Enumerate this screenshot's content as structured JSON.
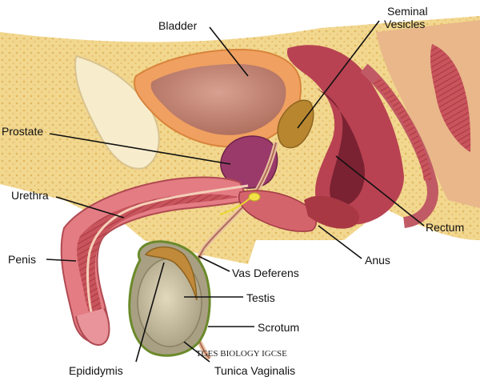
{
  "labels": {
    "bladder": "Bladder",
    "seminal_line1": "Seminal",
    "seminal_line2": "Vesicles",
    "prostate": "Prostate",
    "urethra": "Urethra",
    "rectum": "Rectum",
    "penis": "Penis",
    "vas_deferens": "Vas Deferens",
    "anus": "Anus",
    "testis": "Testis",
    "scrotum": "Scrotum",
    "epididymis": "Epididymis",
    "tunica_vaginalis": "Tunica Vaginalis"
  },
  "watermark": "TGES BIOLOGY IGCSE",
  "colors": {
    "fat": "#f2d78f",
    "fat_dots": "#e0b860",
    "muscle": "#c8545c",
    "muscle_dark": "#9c2f3a",
    "bladder_wall": "#f0a060",
    "bladder_inner": "#c98a78",
    "prostate": "#9a3a6a",
    "seminal": "#b8862f",
    "testis": "#cfc4a4",
    "scrotum_outline": "#6b8a2a",
    "pubic_bone": "#f7edcc",
    "background_top": "#ffffff"
  }
}
